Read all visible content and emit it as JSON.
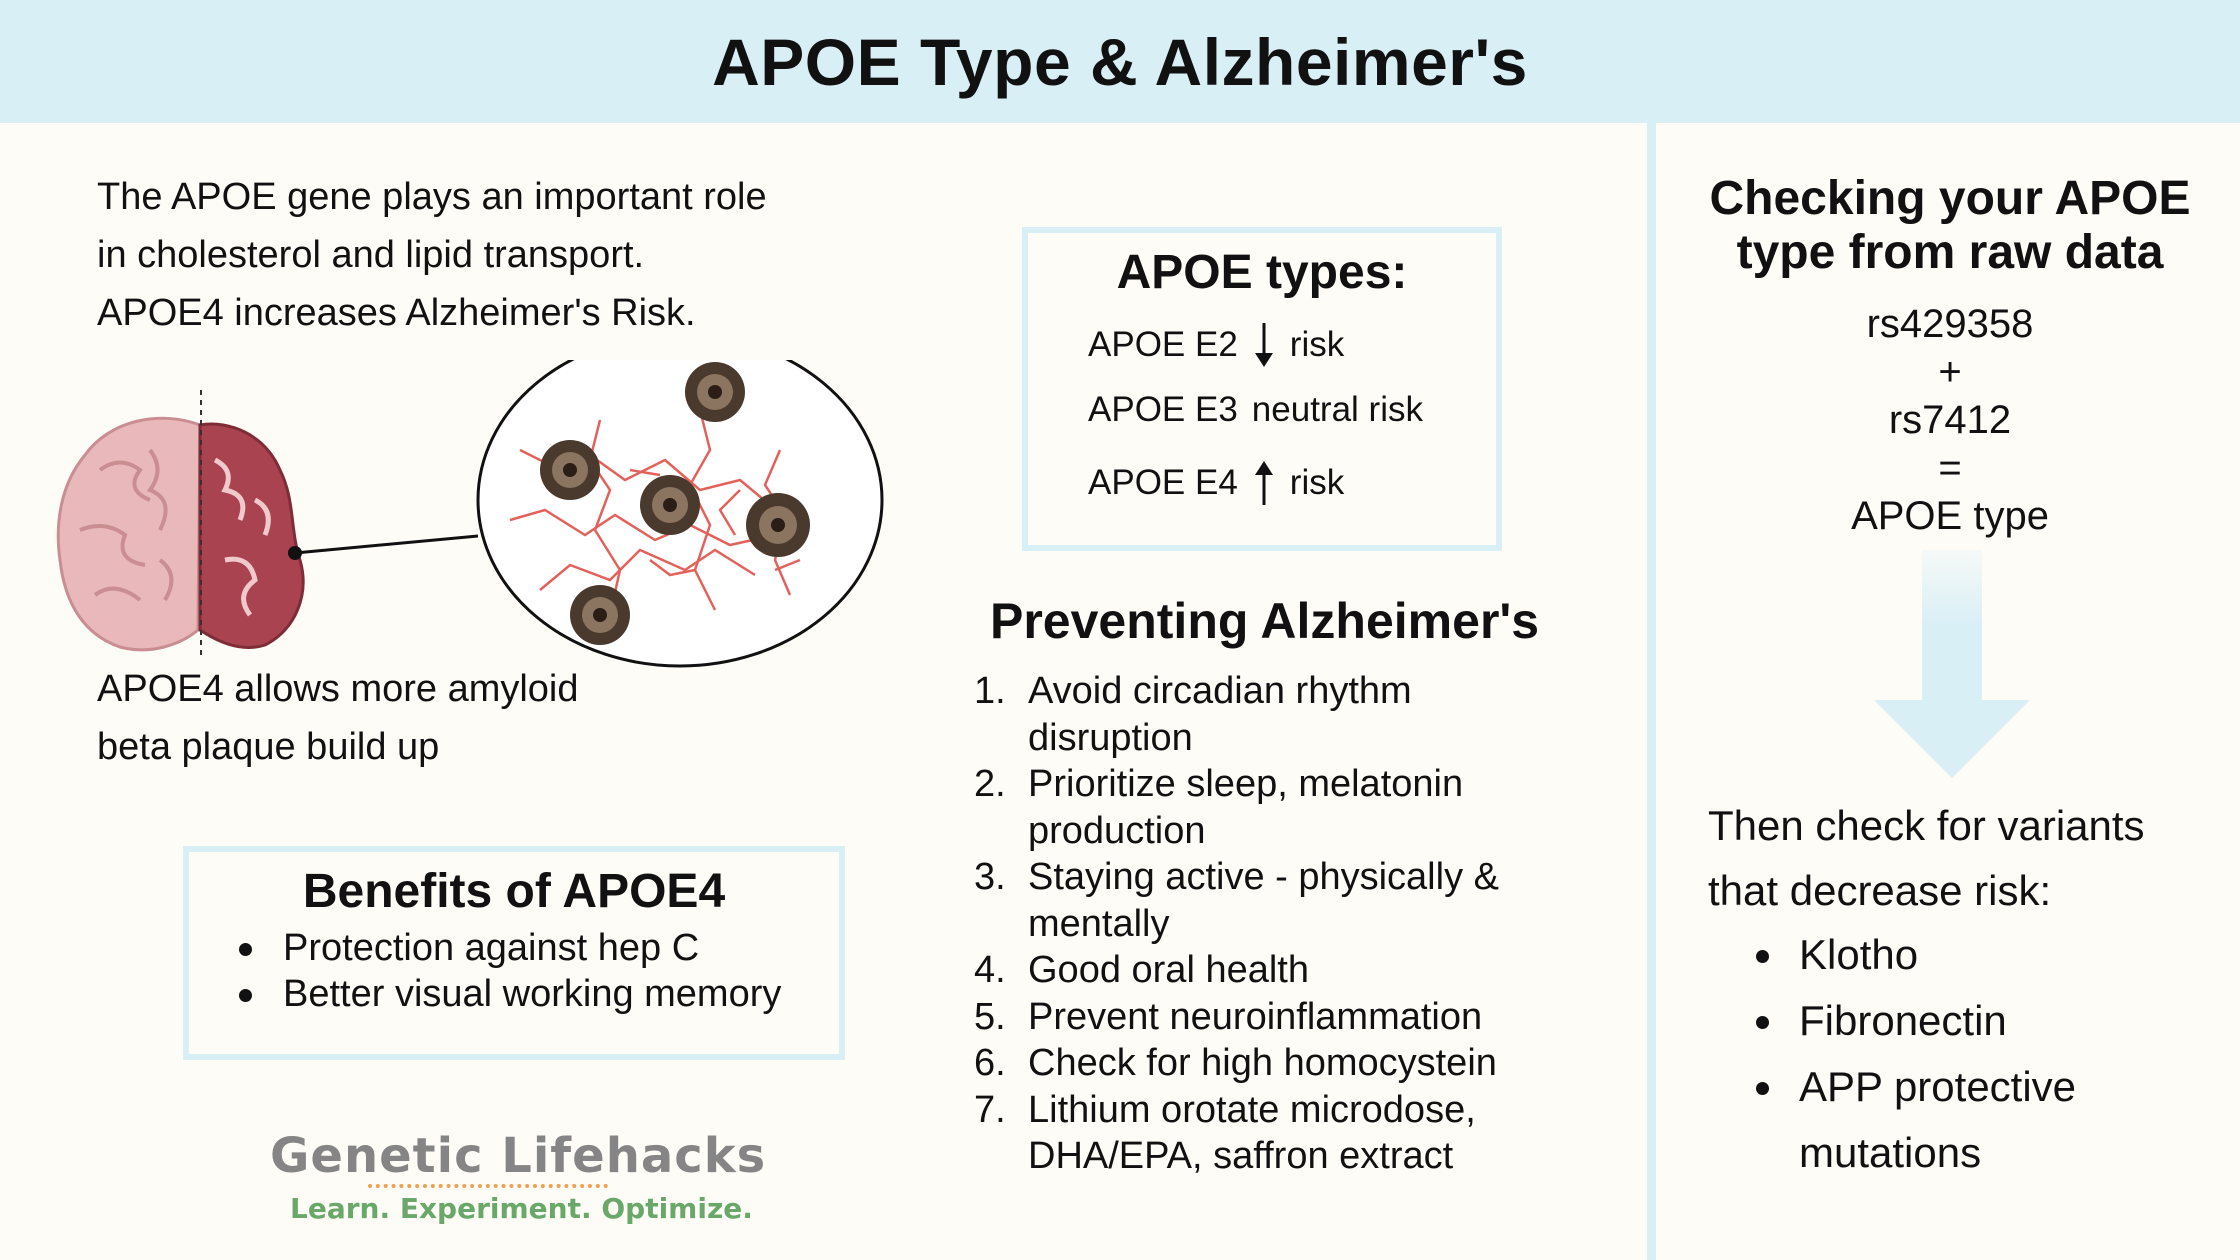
{
  "header": {
    "title": "APOE Type & Alzheimer's"
  },
  "intro": {
    "lines": [
      "The APOE gene plays an important role",
      "in cholesterol and lipid transport.",
      "APOE4 increases Alzheimer's Risk."
    ]
  },
  "amyloid": {
    "lines": [
      "APOE4 allows more amyloid",
      "beta plaque build up"
    ]
  },
  "apoe_types": {
    "title": "APOE types:",
    "rows": [
      {
        "name": "APOE E2",
        "icon": "arrow-down-icon",
        "risk": "risk"
      },
      {
        "name": "APOE E3",
        "icon": "",
        "risk": "neutral risk"
      },
      {
        "name": "APOE E4",
        "icon": "arrow-up-icon",
        "risk": "risk"
      }
    ]
  },
  "benefits": {
    "title": "Benefits of APOE4",
    "items": [
      "Protection against hep C",
      "Better visual working memory"
    ]
  },
  "preventing": {
    "title": "Preventing Alzheimer's",
    "items": [
      {
        "num": "1.",
        "lines": [
          "Avoid circadian rhythm",
          "disruption"
        ]
      },
      {
        "num": "2.",
        "lines": [
          "Prioritize sleep, melatonin",
          "production"
        ]
      },
      {
        "num": "3.",
        "lines": [
          "Staying active - physically &",
          "mentally"
        ]
      },
      {
        "num": "4.",
        "lines": [
          "Good oral health"
        ]
      },
      {
        "num": "5.",
        "lines": [
          "Prevent neuroinflammation"
        ]
      },
      {
        "num": "6.",
        "lines": [
          "Check for high homocystein"
        ]
      },
      {
        "num": "7.",
        "lines": [
          "Lithium orotate microdose,",
          "DHA/EPA, saffron extract"
        ]
      }
    ]
  },
  "logo": {
    "name": "Genetic Lifehacks",
    "tagline": "Learn. Experiment. Optimize."
  },
  "checking": {
    "title_lines": [
      "Checking your APOE",
      "type from raw data"
    ],
    "formula": [
      "rs429358",
      "+",
      "rs7412",
      "=",
      "APOE type"
    ],
    "then_lines": [
      "Then check for variants",
      "that decrease risk:"
    ],
    "variants": [
      {
        "lines": [
          "Klotho"
        ]
      },
      {
        "lines": [
          "Fibronectin"
        ]
      },
      {
        "lines": [
          "APP protective",
          "mutations"
        ]
      }
    ]
  },
  "colors": {
    "header_bg": "#d9eff6",
    "page_bg": "#fdfcf7",
    "brain_dark": "#a8434f",
    "brain_light": "#e8b8bb",
    "plaque_red": "#e0504a"
  }
}
